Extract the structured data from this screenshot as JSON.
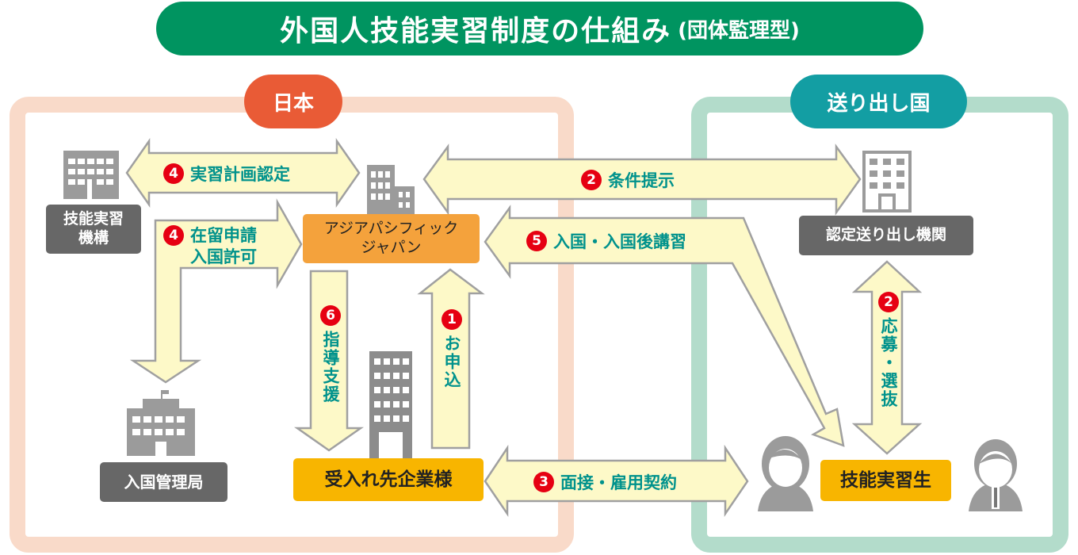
{
  "title": {
    "main": "外国人技能実習制度の仕組み",
    "sub": "(団体監理型)"
  },
  "regions": {
    "japan": "日本",
    "sending": "送り出し国"
  },
  "entities": {
    "technical_org": "技能実習\n機構",
    "asia_pacific": "アジアパシフィック\nジャパン",
    "host_company": "受入れ先企業様",
    "immigration": "入国管理局",
    "sending_org": "認定送り出し機関",
    "trainee": "技能実習生"
  },
  "flows": [
    {
      "num": "4",
      "label": "実習計画認定"
    },
    {
      "num": "2",
      "label": "条件提示"
    },
    {
      "num": "4",
      "label": "在留申請\n入国許可"
    },
    {
      "num": "5",
      "label": "入国・入国後講習"
    },
    {
      "num": "6",
      "label": "指導支援"
    },
    {
      "num": "1",
      "label": "お申込"
    },
    {
      "num": "3",
      "label": "面接・雇用契約"
    },
    {
      "num": "2",
      "label": "応募・選抜"
    }
  ],
  "colors": {
    "title": "#009460",
    "japan": "#e95b36",
    "sending": "#139ea3",
    "arrow_fill": "#fdf9c8",
    "label": "#00928c",
    "badge": "#e60012",
    "org_orange": "#f4a23c",
    "company_yellow": "#f8b500",
    "gray": "#676767"
  }
}
